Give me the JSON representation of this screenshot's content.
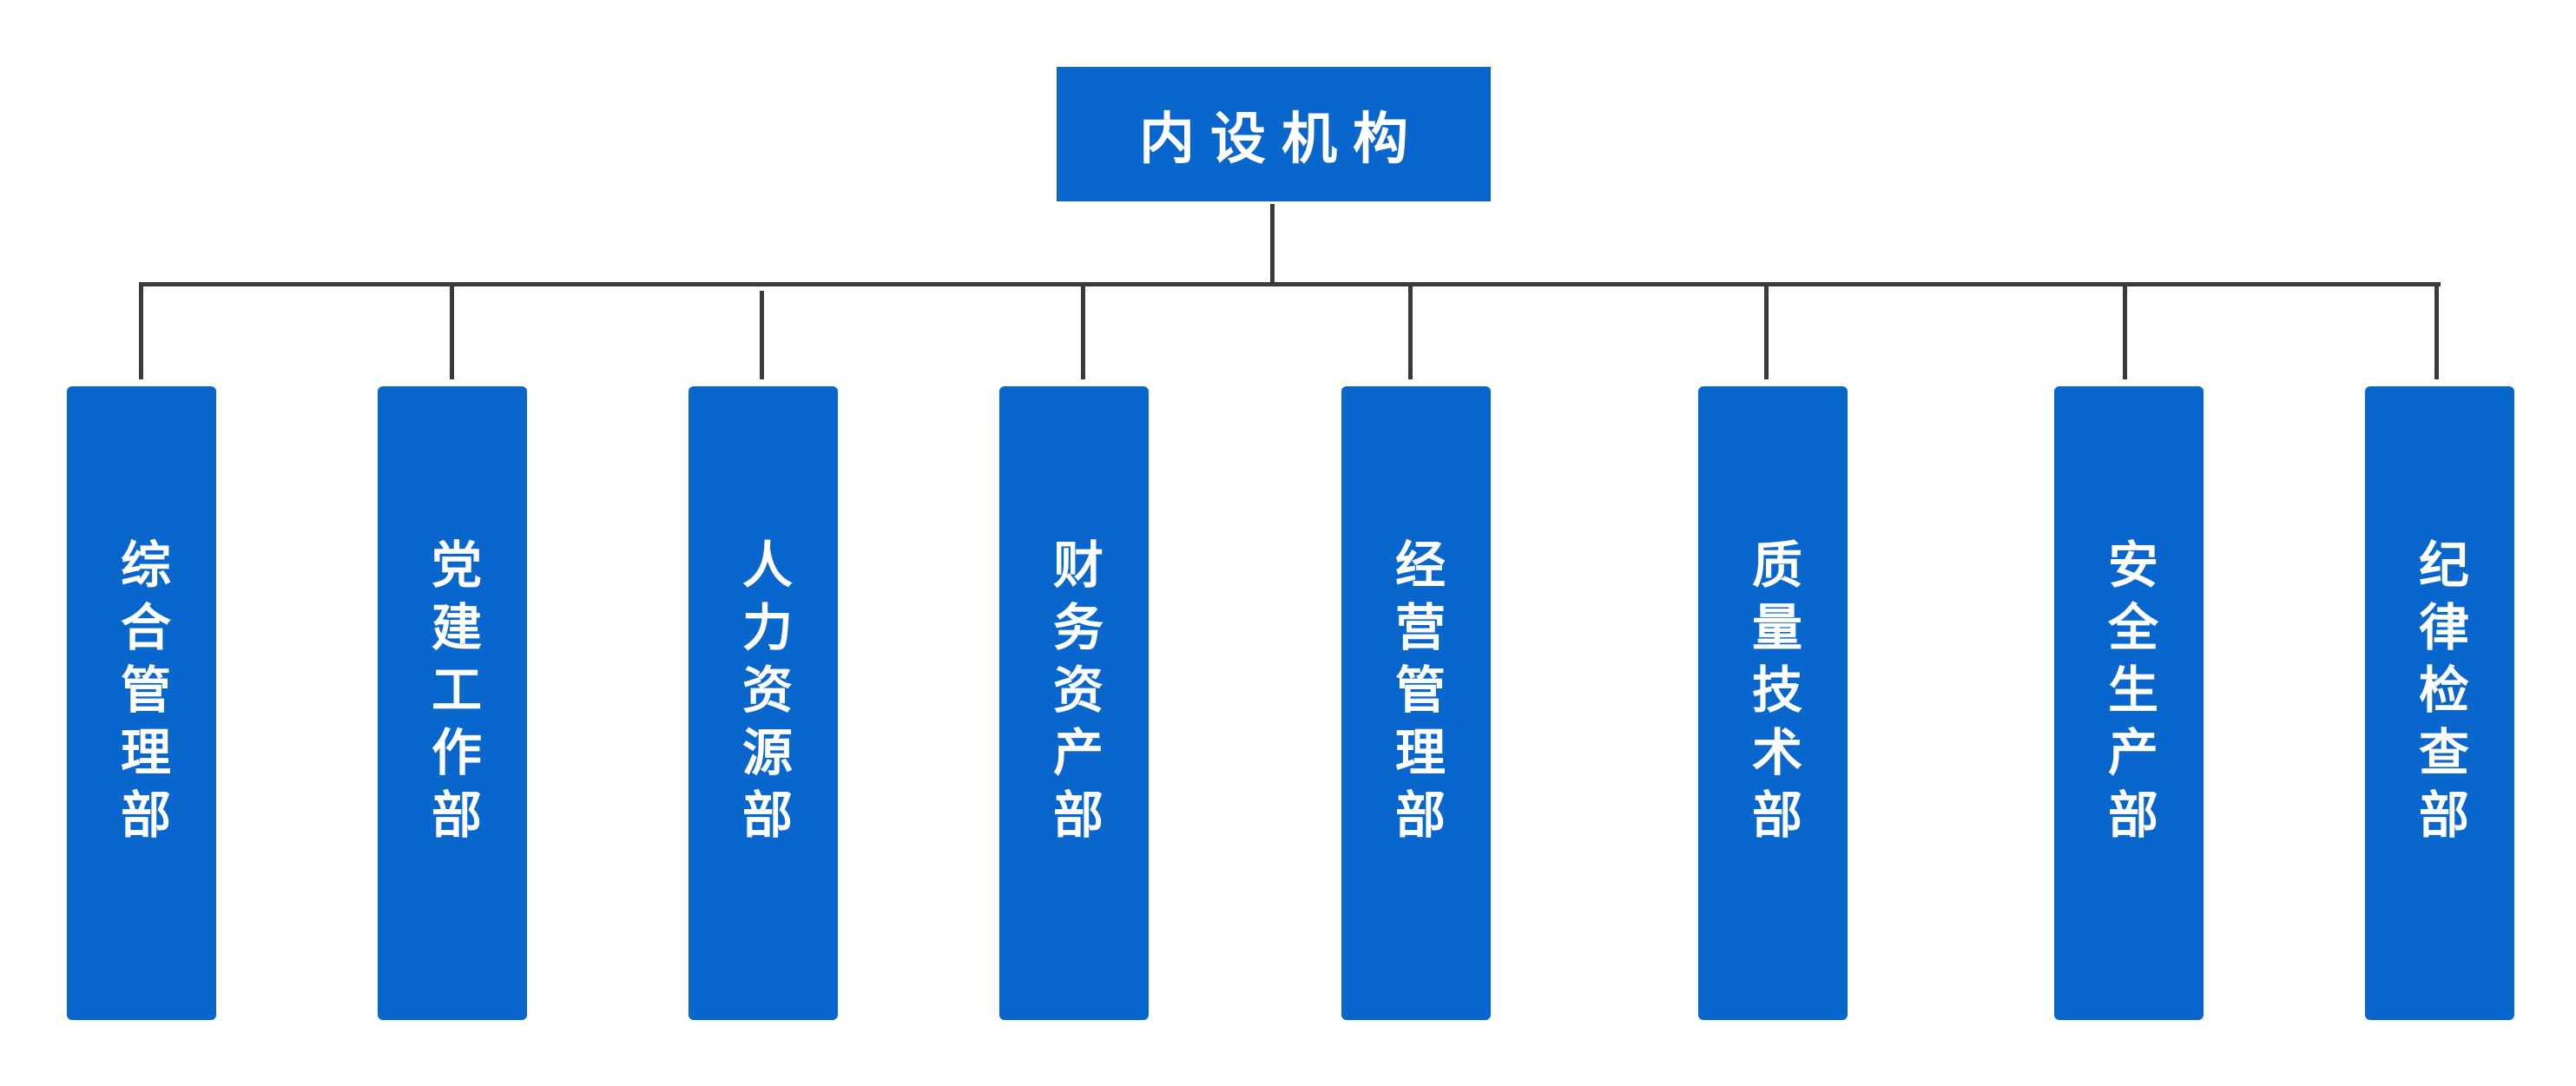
{
  "root": {
    "label": "内设机构"
  },
  "departments": [
    {
      "label": "综合管理部"
    },
    {
      "label": "党建工作部"
    },
    {
      "label": "人力资源部"
    },
    {
      "label": "财务资产部"
    },
    {
      "label": "经营管理部"
    },
    {
      "label": "质量技术部"
    },
    {
      "label": "安全生产部"
    },
    {
      "label": "纪律检查部"
    }
  ],
  "colors": {
    "box_fill": "#0866cc",
    "box_text": "#ffffff",
    "connector": "#3a3a3a",
    "background": "#ffffff"
  }
}
